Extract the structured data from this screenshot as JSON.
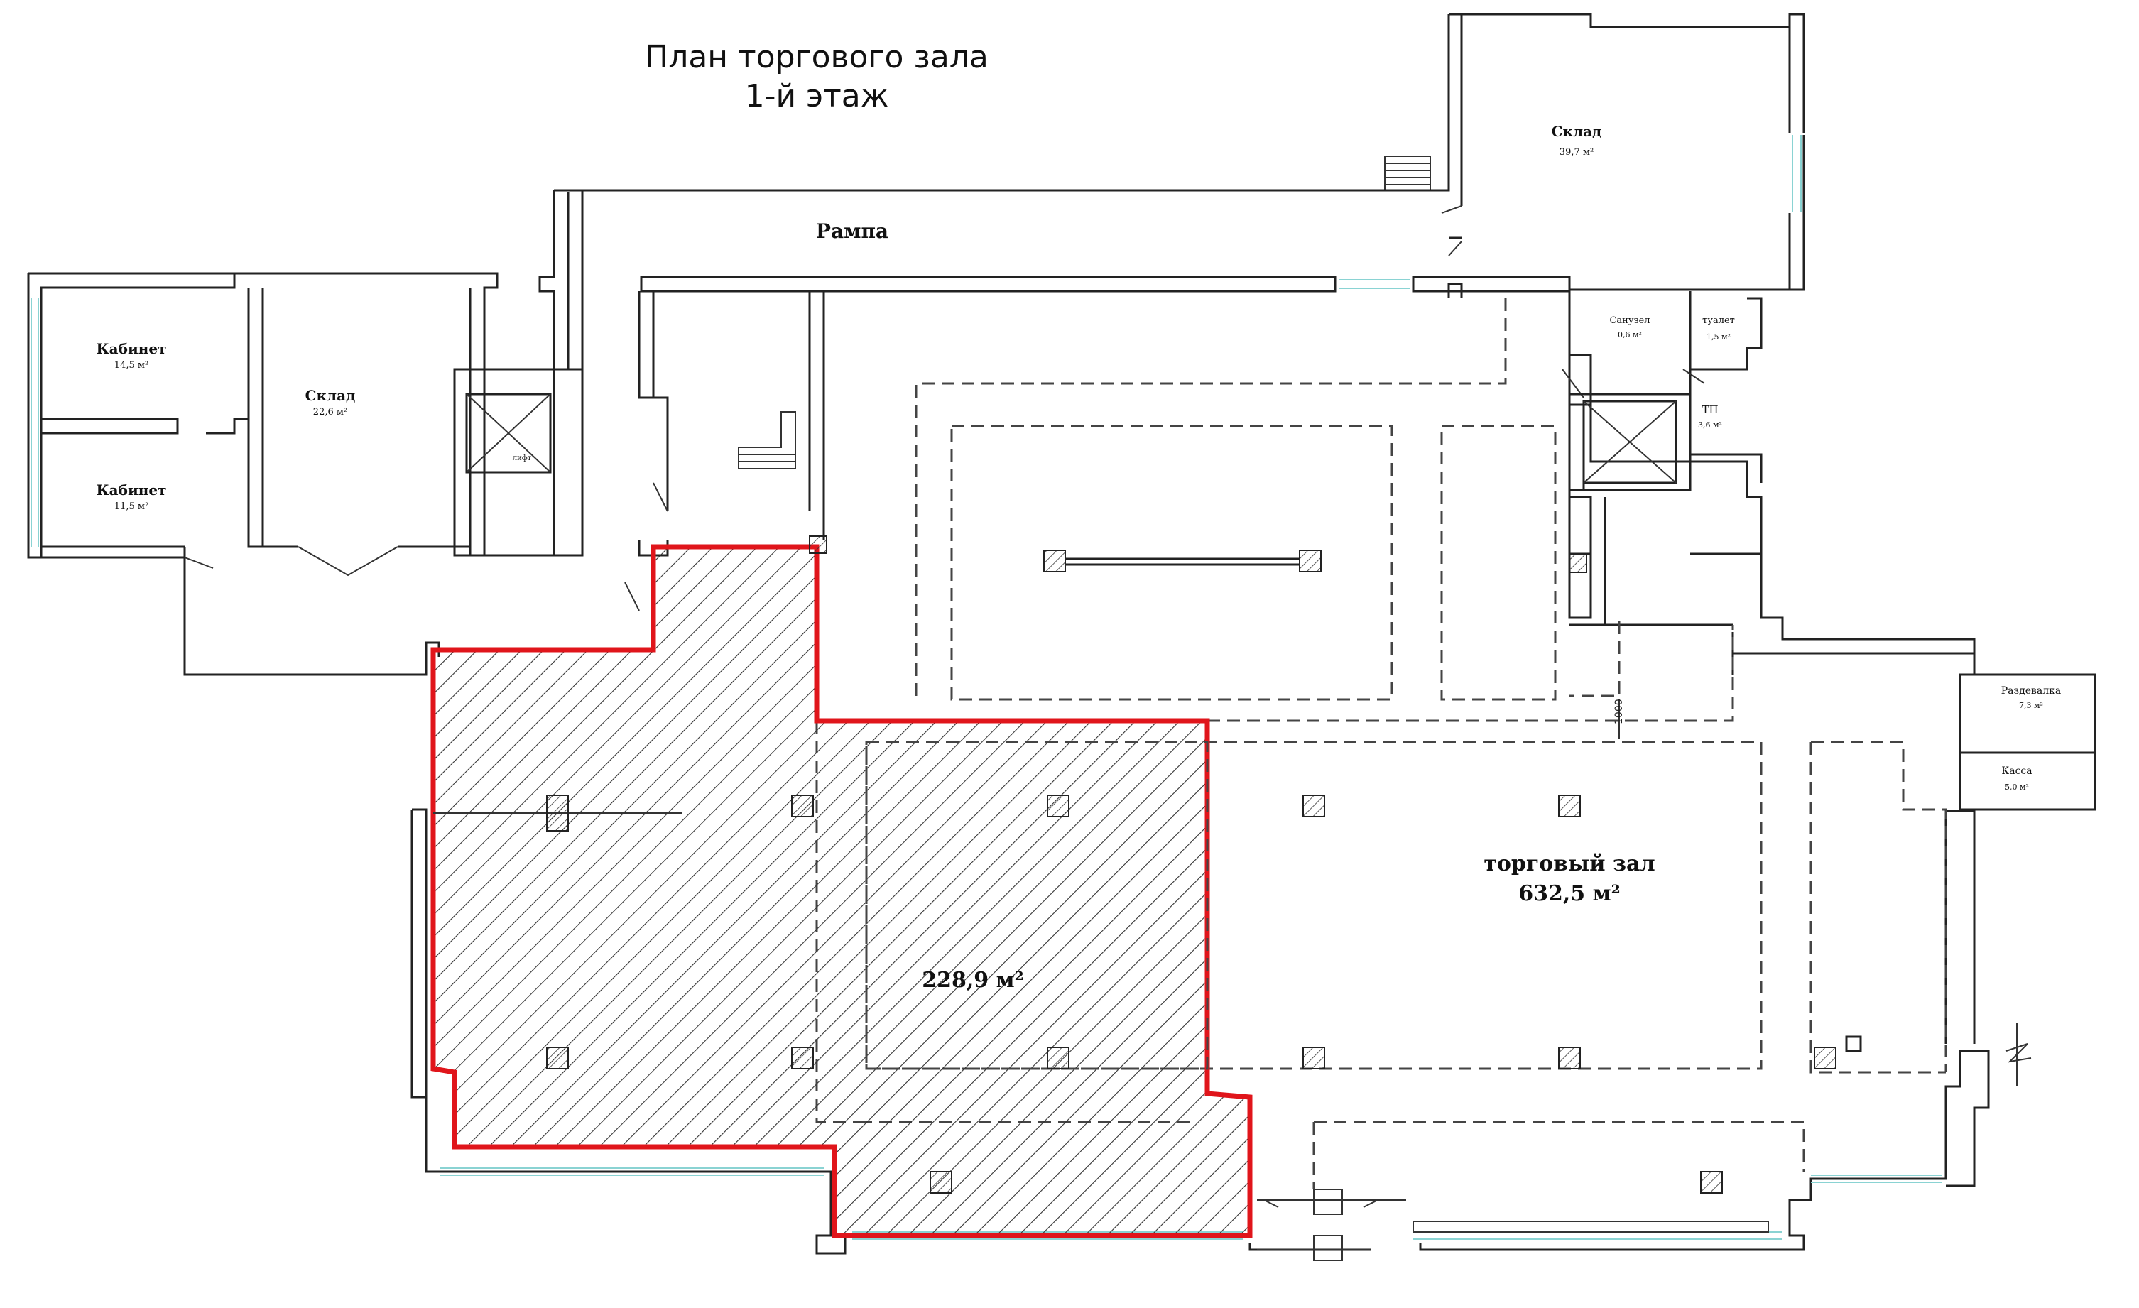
{
  "header": {
    "title_line1": "План торгового зала",
    "title_line2": "1-й этаж"
  },
  "rooms": {
    "rampa": "Рампа",
    "sklad_top": {
      "name": "Склад",
      "area": "39,7 м²"
    },
    "kabinet_1": {
      "name": "Кабинет",
      "area": "14,5 м²"
    },
    "kabinet_2": {
      "name": "Кабинет",
      "area": "11,5 м²"
    },
    "sklad_left": {
      "name": "Склад",
      "area": "22,6 м²"
    },
    "lift_left": "лифт",
    "sanuzel": {
      "name": "Санузел",
      "area": "0,6 м²"
    },
    "tualet": {
      "name": "туалет",
      "area": "1,5 м²"
    },
    "tp": {
      "name": "ТП",
      "area": "3,6 м²"
    },
    "razdevalka": {
      "name": "Раздевалка",
      "area": "7,3 м²"
    },
    "kassa": {
      "name": "Касса",
      "area": "5,0 м²"
    },
    "trade_hall": {
      "name": "торговый зал",
      "area": "632,5 м²"
    },
    "highlight_area": "228,9 м²",
    "dimension": "1000"
  },
  "colors": {
    "highlight_outline": "#e0151b",
    "walls": "#222222",
    "windows": "#8ad3d3",
    "hatch": "#333333"
  }
}
